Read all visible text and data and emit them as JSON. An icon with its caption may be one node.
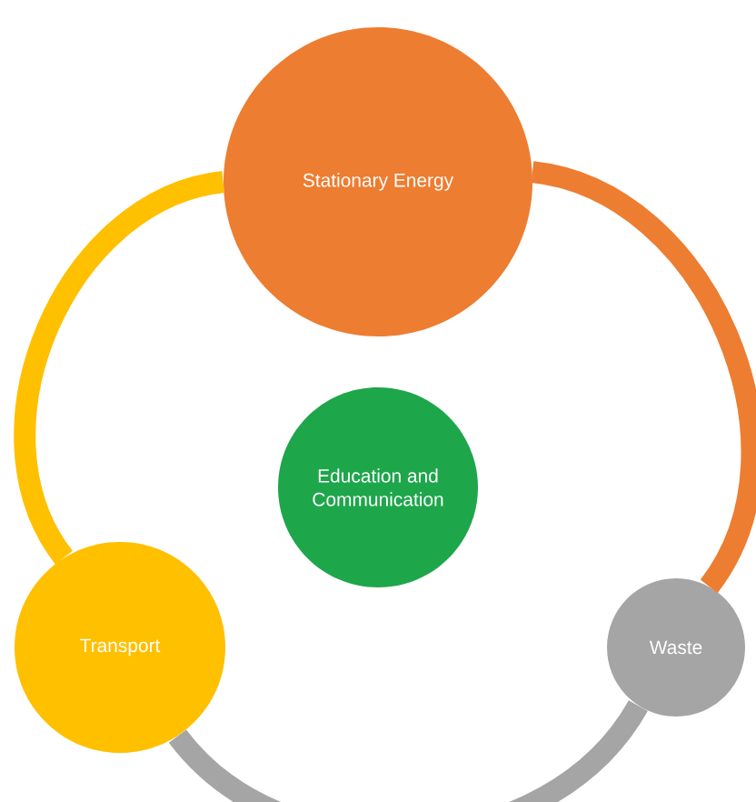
{
  "diagram": {
    "nodes": [
      {
        "text": [
          "Stationary Energy"
        ]
      },
      {
        "text": [
          "Education and Communication"
        ]
      },
      {
        "text": [
          "Transport"
        ]
      },
      {
        "text": [
          "Waste"
        ]
      }
    ],
    "edges": [
      {
        "from": 0,
        "to": 3,
        "arrow": "none",
        "color": "#ed7d31"
      },
      {
        "from": 3,
        "to": 2,
        "arrow": "none",
        "color": "#a5a5a5"
      },
      {
        "from": 2,
        "to": 0,
        "arrow": "none",
        "color": "#ffc000"
      }
    ]
  }
}
